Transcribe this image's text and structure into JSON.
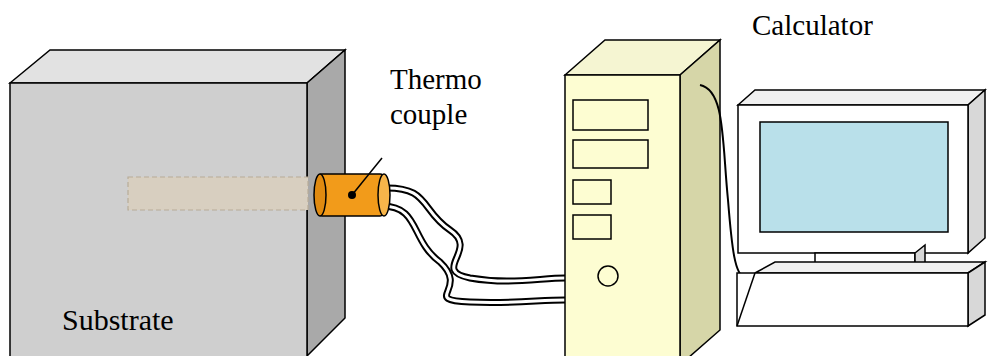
{
  "diagram": {
    "nodes": [
      {
        "text": [
          "Substrate"
        ]
      }
    ],
    "labels": [
      "Thermo couple",
      "Calculator"
    ]
  }
}
